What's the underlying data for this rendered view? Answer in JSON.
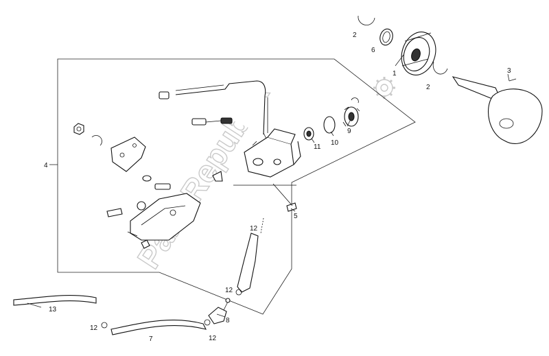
{
  "callouts": [
    {
      "id": "c1",
      "label": "1"
    },
    {
      "id": "c2a",
      "label": "2"
    },
    {
      "id": "c2b",
      "label": "2"
    },
    {
      "id": "c3",
      "label": "3"
    },
    {
      "id": "c4",
      "label": "4"
    },
    {
      "id": "c5",
      "label": "5"
    },
    {
      "id": "c6",
      "label": "6"
    },
    {
      "id": "c7",
      "label": "7"
    },
    {
      "id": "c8",
      "label": "8"
    },
    {
      "id": "c9",
      "label": "9"
    },
    {
      "id": "c10",
      "label": "10"
    },
    {
      "id": "c11",
      "label": "11"
    },
    {
      "id": "c12a",
      "label": "12"
    },
    {
      "id": "c12b",
      "label": "12"
    },
    {
      "id": "c12c",
      "label": "12"
    },
    {
      "id": "c12d",
      "label": "12"
    },
    {
      "id": "c13",
      "label": "13"
    }
  ],
  "watermark": {
    "text": "PartsRepublik"
  }
}
